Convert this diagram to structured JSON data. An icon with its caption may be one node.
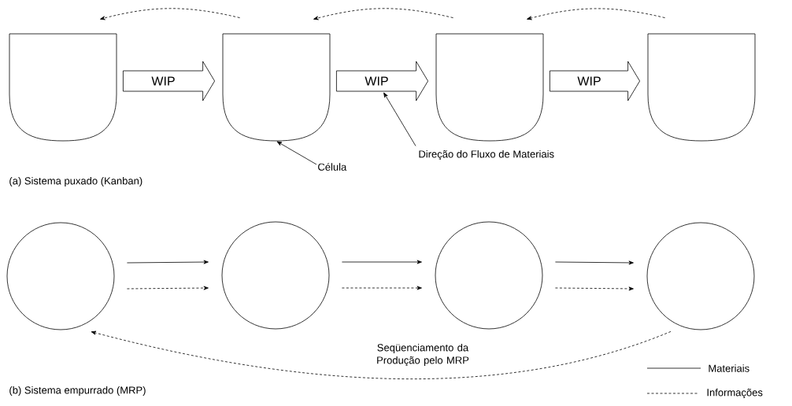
{
  "diagram": {
    "nodes": [
      {
        "text": [],
        "shape": "cup"
      },
      {
        "text": [],
        "shape": "cup"
      },
      {
        "text": [],
        "shape": "cup"
      },
      {
        "text": [],
        "shape": "cup"
      },
      {
        "text": [],
        "shape": "circle"
      },
      {
        "text": [],
        "shape": "circle"
      },
      {
        "text": [],
        "shape": "circle"
      },
      {
        "text": [],
        "shape": "circle"
      },
      {
        "text": [
          "Célula"
        ]
      },
      {
        "text": [
          "Direção do Fluxo de Materiais"
        ]
      }
    ],
    "edges": [
      {
        "from": 0,
        "to": 1,
        "arrow": "to",
        "label": "WIP"
      },
      {
        "from": 1,
        "to": 2,
        "arrow": "to",
        "label": "WIP"
      },
      {
        "from": 2,
        "to": 3,
        "arrow": "to",
        "label": "WIP"
      },
      {
        "from": 1,
        "to": 0,
        "arrow": "to",
        "style": "dashed"
      },
      {
        "from": 2,
        "to": 1,
        "arrow": "to",
        "style": "dashed"
      },
      {
        "from": 3,
        "to": 2,
        "arrow": "to",
        "style": "dashed"
      },
      {
        "from": 4,
        "to": 5,
        "arrow": "to"
      },
      {
        "from": 4,
        "to": 5,
        "arrow": "to",
        "style": "dashed"
      },
      {
        "from": 5,
        "to": 6,
        "arrow": "to"
      },
      {
        "from": 5,
        "to": 6,
        "arrow": "to",
        "style": "dashed"
      },
      {
        "from": 6,
        "to": 7,
        "arrow": "to"
      },
      {
        "from": 6,
        "to": 7,
        "arrow": "to",
        "style": "dashed"
      },
      {
        "from": 7,
        "to": 4,
        "arrow": "to",
        "style": "dashed",
        "label": "Seqüenciamento da Produção pelo MRP"
      },
      {
        "from": 8,
        "to": 1,
        "arrow": "to"
      },
      {
        "from": 9,
        "to": null,
        "arrow": "to"
      }
    ],
    "labels": [
      "(a) Sistema puxado (Kanban)",
      "(b) Sistema empurrado (MRP)"
    ],
    "legend": [
      {
        "text": "Materiais"
      },
      {
        "text": "Informações"
      }
    ]
  }
}
